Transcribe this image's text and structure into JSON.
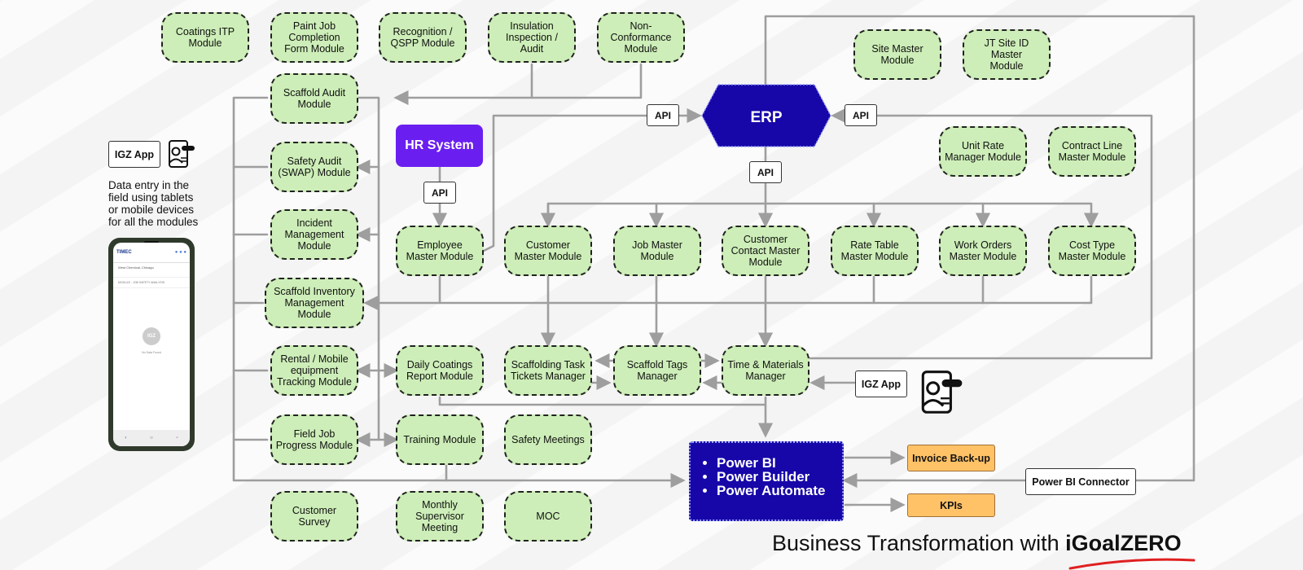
{
  "modules": {
    "coatings_itp": "Coatings ITP\nModule",
    "paint_job": "Paint Job\nCompletion\nForm Module",
    "recognition": "Recognition /\nQSPP Module",
    "insulation": "Insulation\nInspection /\nAudit",
    "non_conformance": "Non-\nConformance\nModule",
    "site_master": "Site Master\nModule",
    "jt_site_id": "JT Site ID Master\nModule",
    "scaffold_audit": "Scaffold Audit\nModule",
    "safety_audit": "Safety Audit\n(SWAP) Module",
    "incident": "Incident\nManagement\nModule",
    "scaffold_inventory": "Scaffold Inventory\nManagement\nModule",
    "rental": "Rental / Mobile\nequipment\nTracking Module",
    "field_job": "Field Job\nProgress Module",
    "customer_survey": "Customer\nSurvey",
    "unit_rate": "Unit Rate\nManager Module",
    "contract_line": "Contract Line\nMaster Module",
    "employee_master": "Employee\nMaster Module",
    "customer_master": "Customer\nMaster Module",
    "job_master": "Job Master\nModule",
    "customer_contact": "Customer\nContact Master\nModule",
    "rate_table": "Rate Table\nMaster Module",
    "work_orders": "Work Orders\nMaster Module",
    "cost_type": "Cost Type\nMaster Module",
    "daily_coatings": "Daily Coatings\nReport Module",
    "scaffolding_task": "Scaffolding Task\nTickets Manager",
    "scaffold_tags": "Scaffold Tags\nManager",
    "time_materials": "Time & Materials\nManager",
    "training": "Training Module",
    "safety_meetings": "Safety Meetings",
    "monthly_supervisor": "Monthly\nSupervisor\nMeeting",
    "moc": "MOC"
  },
  "hr_system": "HR System",
  "erp": "ERP",
  "api_label": "API",
  "igz_app": "IGZ App",
  "left_caption": "Data entry in the\nfield using tablets\nor mobile devices\nfor all the modules",
  "power_list": [
    "Power BI",
    "Power Builder",
    "Power Automate"
  ],
  "invoice_backup": "Invoice Back-up",
  "kpis": "KPIs",
  "power_bi_connector": "Power BI Connector",
  "footer": {
    "prefix": "Business Transformation with ",
    "brand": "iGoalZERO"
  },
  "phone": {
    "brand": "TIMEC",
    "line1": "West Chemical, Chicago",
    "line2": "MODULE - JOB SAFETY ANALYSIS",
    "avatar": "IGZ",
    "empty": "No Data Found"
  },
  "colors": {
    "module_fill": "#cdeeb8",
    "erp_fill": "#1707a8",
    "hr_fill": "#6a1ff0",
    "power_fill": "#1707a8",
    "output_fill": "#ffc266",
    "connector": "#9e9e9e",
    "brand_underline": "#e02020"
  }
}
